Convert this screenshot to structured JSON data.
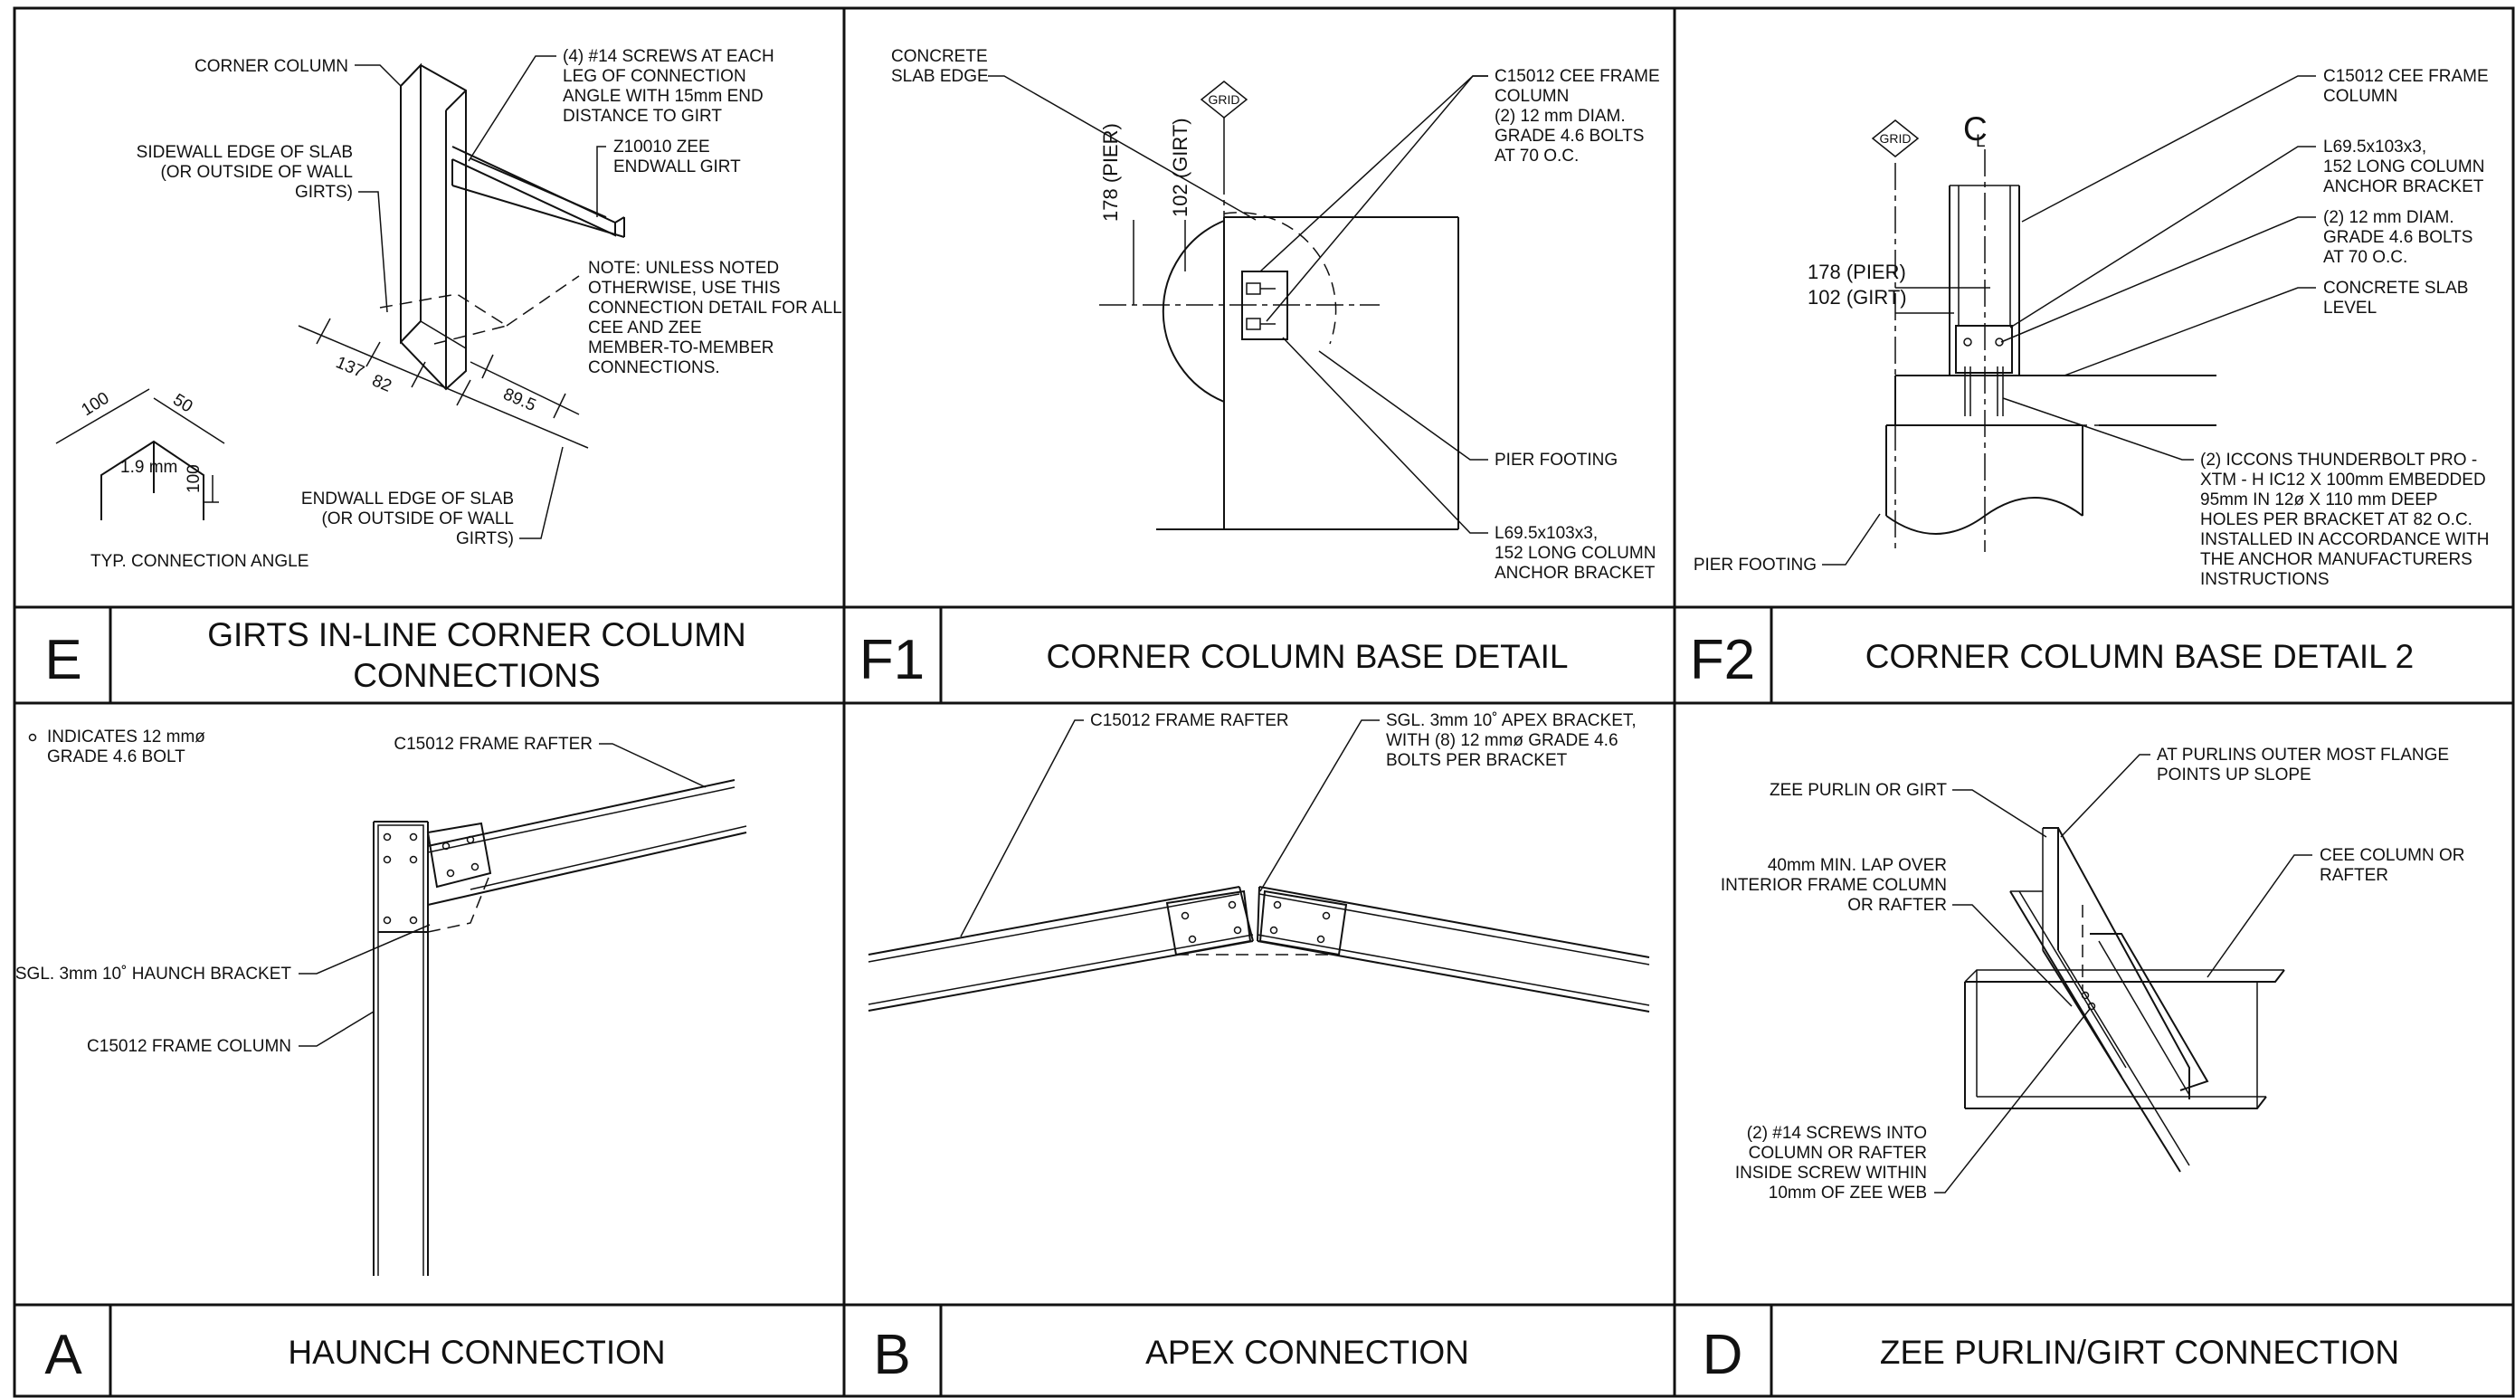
{
  "details": {
    "e": {
      "tag": "E",
      "title": [
        "GIRTS IN-LINE CORNER COLUMN",
        "CONNECTIONS"
      ],
      "corner_column": "CORNER COLUMN",
      "screws": [
        "(4) #14 SCREWS AT EACH",
        "LEG OF CONNECTION",
        "ANGLE WITH 15mm END",
        "DISTANCE TO GIRT"
      ],
      "girt": [
        "Z10010 ZEE",
        "ENDWALL GIRT"
      ],
      "sidewall": [
        "SIDEWALL EDGE OF SLAB",
        "(OR OUTSIDE OF WALL",
        "GIRTS)"
      ],
      "note": [
        "NOTE:  UNLESS NOTED",
        "OTHERWISE, USE THIS",
        "CONNECTION DETAIL FOR ALL",
        "CEE AND ZEE",
        "MEMBER-TO-MEMBER",
        "CONNECTIONS."
      ],
      "dims": [
        "137",
        "82",
        "89.5"
      ],
      "endwall": [
        "ENDWALL EDGE OF SLAB",
        "(OR OUTSIDE OF WALL",
        "GIRTS)"
      ],
      "angle_dims": [
        "100",
        "50",
        "1.9 mm",
        "100"
      ],
      "angle_label": "TYP. CONNECTION ANGLE"
    },
    "f1": {
      "tag": "F1",
      "title": "CORNER COLUMN BASE DETAIL",
      "slab_edge": [
        "CONCRETE",
        "SLAB EDGE"
      ],
      "grid": "GRID",
      "dim_pier": "178 (PIER)",
      "dim_girt": "102 (GIRT)",
      "column": [
        "C15012 CEE FRAME",
        "COLUMN",
        "(2) 12 mm DIAM.",
        "GRADE 4.6 BOLTS",
        "AT 70 O.C."
      ],
      "pier": "PIER FOOTING",
      "bracket": [
        "L69.5x103x3,",
        "152 LONG COLUMN",
        "ANCHOR BRACKET"
      ]
    },
    "f2": {
      "tag": "F2",
      "title": "CORNER COLUMN BASE DETAIL 2",
      "grid": "GRID",
      "centerline": "C",
      "centerline_sub": "L",
      "dim_pier": "178 (PIER)",
      "dim_girt": "102 (GIRT)",
      "column": [
        "C15012 CEE FRAME",
        "COLUMN"
      ],
      "bracket": [
        "L69.5x103x3,",
        "152 LONG COLUMN",
        "ANCHOR BRACKET"
      ],
      "bolts": [
        "(2) 12 mm DIAM.",
        "GRADE 4.6 BOLTS",
        "AT 70 O.C."
      ],
      "slab": [
        "CONCRETE SLAB",
        "LEVEL"
      ],
      "anchors": [
        "(2) ICCONS THUNDERBOLT PRO -",
        "XTM - H IC12 X 100mm EMBEDDED",
        "95mm IN 12ø X 110 mm DEEP",
        "HOLES PER BRACKET AT 82 O.C.",
        "INSTALLED IN ACCORDANCE WITH",
        "THE ANCHOR MANUFACTURERS",
        "INSTRUCTIONS"
      ],
      "pier": "PIER FOOTING"
    },
    "a": {
      "tag": "A",
      "title": "HAUNCH CONNECTION",
      "legend": [
        "INDICATES 12 mmø",
        "GRADE 4.6 BOLT"
      ],
      "rafter": "C15012 FRAME RAFTER",
      "bracket": "SGL. 3mm 10˚ HAUNCH BRACKET",
      "column": "C15012 FRAME COLUMN"
    },
    "b": {
      "tag": "B",
      "title": "APEX CONNECTION",
      "rafter": "C15012 FRAME RAFTER",
      "bracket": [
        "SGL. 3mm 10˚ APEX BRACKET,",
        "WITH (8) 12 mmø GRADE 4.6",
        "BOLTS PER BRACKET"
      ]
    },
    "d": {
      "tag": "D",
      "title": "ZEE PURLIN/GIRT CONNECTION",
      "flange": [
        "AT PURLINS OUTER MOST FLANGE",
        "POINTS UP SLOPE"
      ],
      "zee": "ZEE PURLIN OR GIRT",
      "cee": [
        "CEE COLUMN OR",
        "RAFTER"
      ],
      "lap": [
        "40mm MIN. LAP OVER",
        "INTERIOR FRAME COLUMN",
        "OR RAFTER"
      ],
      "screws": [
        "(2) #14 SCREWS INTO",
        "COLUMN OR RAFTER",
        "INSIDE SCREW WITHIN",
        "10mm OF ZEE WEB"
      ]
    }
  }
}
